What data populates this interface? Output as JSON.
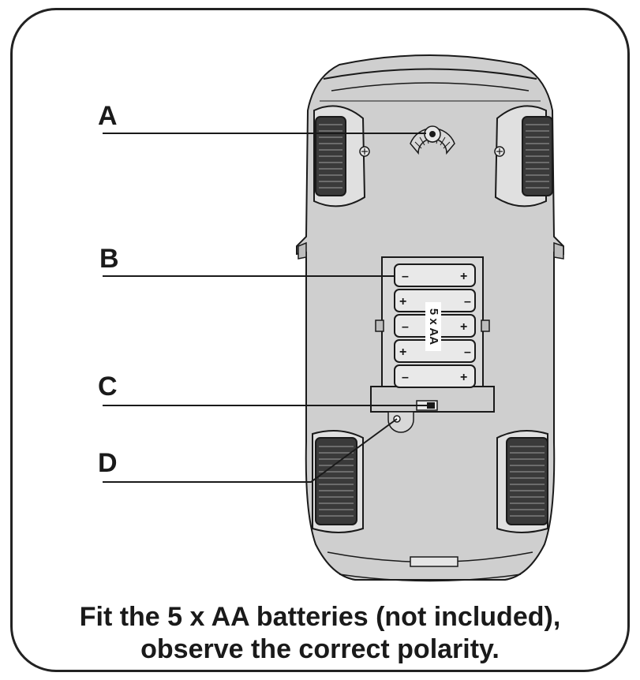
{
  "labels": {
    "a": "A",
    "b": "B",
    "c": "C",
    "d": "D"
  },
  "battery_text": "5 x AA",
  "polarity": {
    "plus": "+",
    "minus": "–"
  },
  "caption": {
    "line1": "Fit the 5 x AA batteries (not included),",
    "line2": "observe the correct polarity."
  },
  "colors": {
    "body": "#cfcfcf",
    "outline": "#1a1a1a",
    "tire": "#3a3a3a",
    "battery": "#e9e9e9",
    "label_bg": "#ffffff"
  }
}
